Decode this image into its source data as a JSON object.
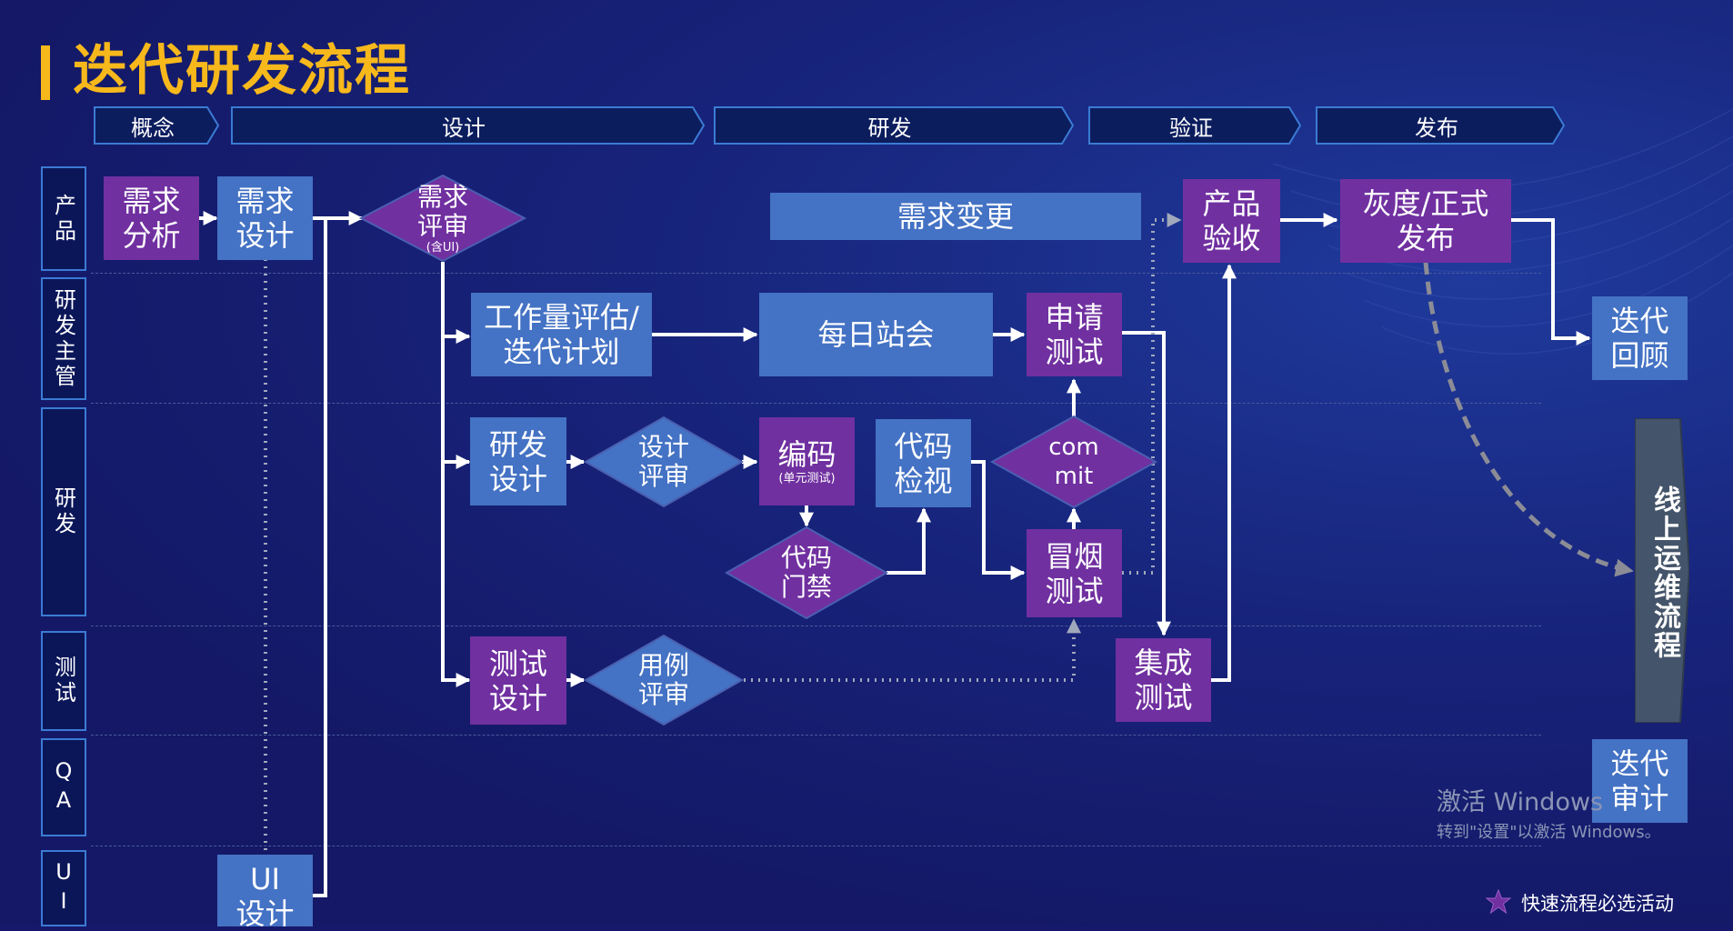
{
  "title": "迭代研发流程",
  "phases": [
    "概念",
    "设计",
    "研发",
    "验证",
    "发布"
  ],
  "lanes": [
    "产品",
    "研发主管",
    "研发",
    "测试",
    "QA",
    "UI"
  ],
  "boxes": {
    "req_analysis": "需求\n分析",
    "req_design": "需求\n设计",
    "req_change": "需求变更",
    "acceptance": "产品\n验收",
    "release": "灰度/正式\n发布",
    "workload": "工作量评估/\n迭代计划",
    "standup": "每日站会",
    "apply_test": "申请\n测试",
    "retro": "迭代\n回顾",
    "dev_design": "研发\n设计",
    "coding": "编码",
    "coding_sub": "(单元测试)",
    "code_review": "代码\n检视",
    "smoke": "冒烟\n测试",
    "test_design": "测试\n设计",
    "integration": "集成\n测试",
    "audit": "迭代\n审计",
    "ui_design": "UI\n设计"
  },
  "diamonds": {
    "req_review": "需求\n评审",
    "req_review_sub": "(含UI)",
    "design_review": "设计\n评审",
    "code_gate": "代码\n门禁",
    "commit": "com\nmit",
    "case_review": "用例\n评审"
  },
  "side_arrow": "线上运维流程",
  "watermark": {
    "line1": "激活 Windows",
    "line2": "转到\"设置\"以激活 Windows。"
  },
  "legend": "快速流程必选活动",
  "colors": {
    "background": "#16196b",
    "title": "#f7b81c",
    "purple": "#7030a0",
    "blue": "#4472c4",
    "phase": "#0c1d5e"
  }
}
